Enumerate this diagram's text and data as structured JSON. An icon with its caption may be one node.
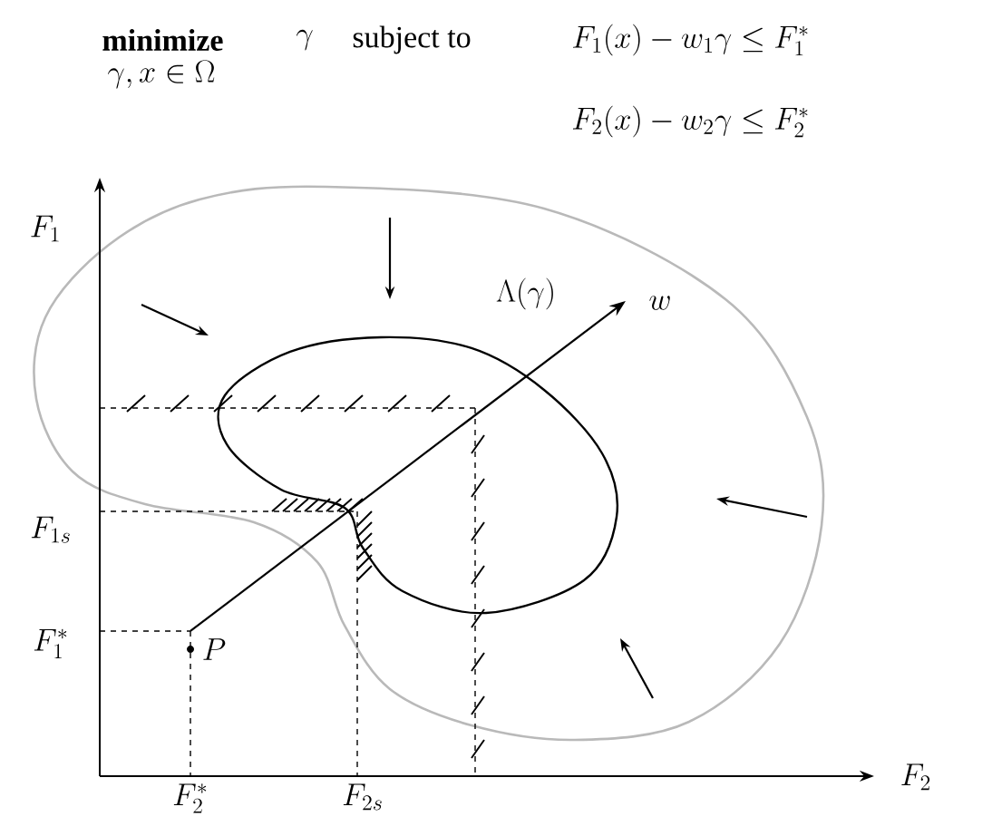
{
  "diagram": {
    "labels": [
      "minimize",
      "\\gamma",
      "\\gamma, x \\in \\Omega",
      "subject to",
      "F_1(x) - w_1\\gamma \\le F_1^*",
      "F_2(x) - w_2\\gamma \\le F_2^*",
      "F_1",
      "\\Lambda(\\gamma)",
      "w",
      "F_{1s}",
      "F_1^*",
      "P",
      "F_2^*",
      "F_{2s}",
      "F_2"
    ]
  }
}
